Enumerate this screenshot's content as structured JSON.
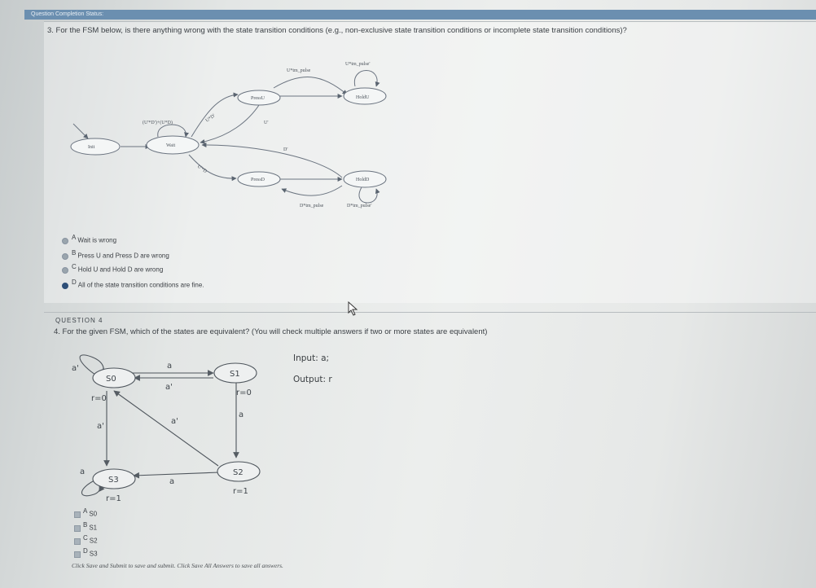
{
  "status_bar": {
    "label": "Question Completion Status:"
  },
  "q3": {
    "prompt": "3. For the FSM below, is there anything wrong with the state transition conditions (e.g., non-exclusive state transition conditions or incomplete state transition conditions)?",
    "diagram": {
      "states": {
        "init": "Init",
        "wait": "Wait",
        "pressu": "PressU",
        "holdu": "HoldU",
        "pressd": "PressD",
        "holdd": "HoldD"
      },
      "labels": {
        "wait_loop": "(U'*D')+(U*D)",
        "wait_to_pressu": "U*D'",
        "pressu_to_wait": "U'",
        "wait_to_pressd": "U'*D",
        "pressd_to_wait": "D'",
        "pressu_to_holdu": "U*tm_pulse",
        "holdu_loop": "U*tm_pulse'",
        "pressd_to_holdd": "D*tm_pulse",
        "holdd_loop": "D*tm_pulse'"
      }
    },
    "choices": [
      {
        "letter": "A",
        "text": "Wait is wrong",
        "selected": false
      },
      {
        "letter": "B",
        "text": "Press U and Press D are wrong",
        "selected": false
      },
      {
        "letter": "C",
        "text": "Hold U and Hold D are wrong",
        "selected": false
      },
      {
        "letter": "D",
        "text": "All of the state transition conditions are fine.",
        "selected": true
      }
    ]
  },
  "q4": {
    "heading": "QUESTION 4",
    "prompt": "4. For the given FSM, which of the states are equivalent? (You will check multiple answers if two or more states are equivalent)",
    "input_label": "Input: a;",
    "output_label": "Output: r",
    "diagram": {
      "states": {
        "s0": "S0",
        "s1": "S1",
        "s2": "S2",
        "s3": "S3"
      },
      "outputs": {
        "s0": "r=0",
        "s1": "r=0",
        "s2": "r=1",
        "s3": "r=1"
      },
      "labels": {
        "s0_loop": "a'",
        "s0_to_s1": "a",
        "s1_to_s0": "a'",
        "s2_to_s0": "a'",
        "s0_to_s3": "a'",
        "s1_to_s2": "a",
        "s3_loop": "a",
        "s2_to_s3": "a"
      }
    },
    "choices": [
      {
        "letter": "A",
        "text": "S0"
      },
      {
        "letter": "B",
        "text": "S1"
      },
      {
        "letter": "C",
        "text": "S2"
      },
      {
        "letter": "D",
        "text": "S3"
      }
    ]
  },
  "footer": {
    "text": "Click Save and Submit to save and submit. Click Save All Answers to save all answers."
  }
}
